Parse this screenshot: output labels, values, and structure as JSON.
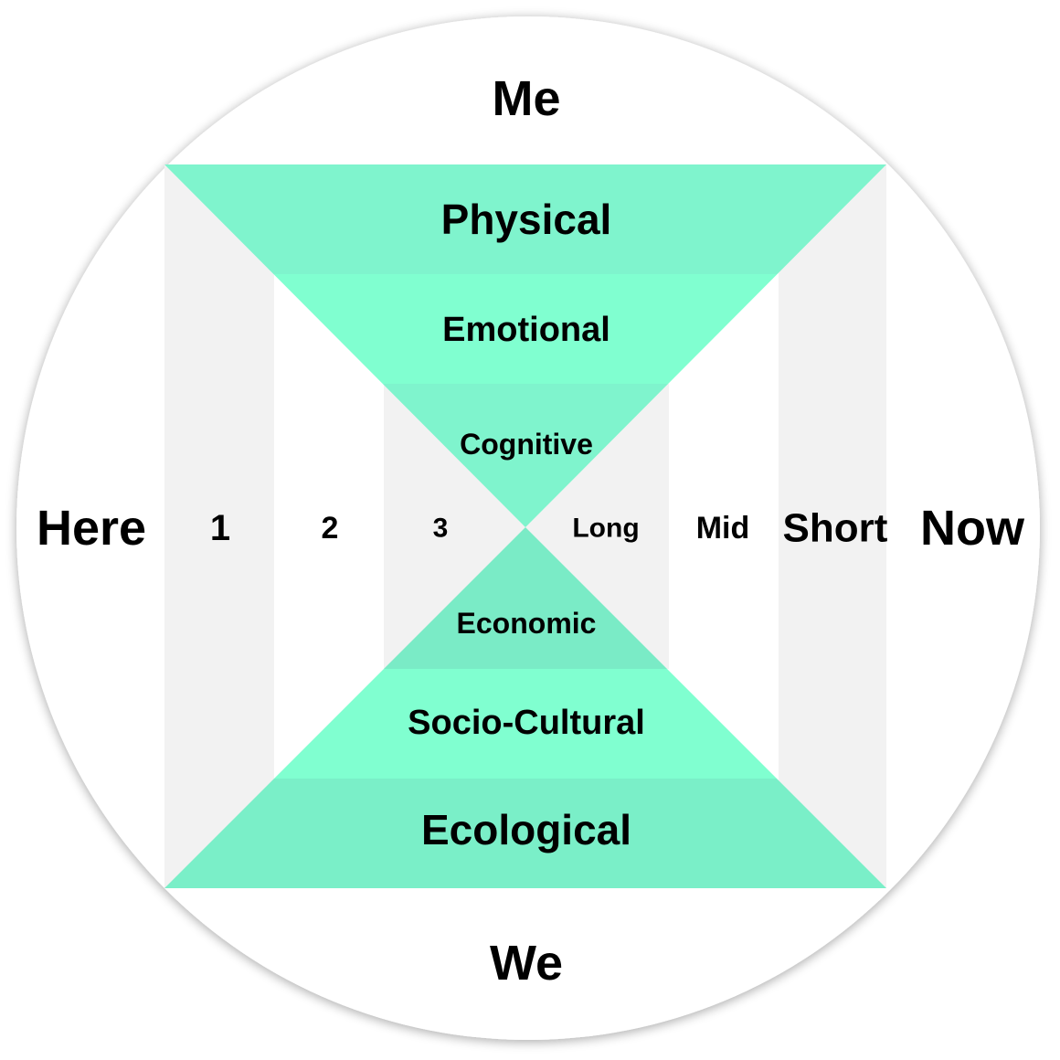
{
  "axes": {
    "top": "Me",
    "bottom": "We",
    "left": "Here",
    "right": "Now"
  },
  "upper_layers": [
    {
      "label": "Physical",
      "color": "#7ff4cd"
    },
    {
      "label": "Emotional",
      "color": "#80ffd0"
    },
    {
      "label": "Cognitive",
      "color": "#7ff4cd"
    }
  ],
  "lower_layers": [
    {
      "label": "Economic",
      "color": "#7aebc6"
    },
    {
      "label": "Socio-Cultural",
      "color": "#80ffd0"
    },
    {
      "label": "Ecological",
      "color": "#7aefc8"
    }
  ],
  "space_scale": [
    "1",
    "2",
    "3"
  ],
  "time_scale": [
    "Long",
    "Mid",
    "Short"
  ],
  "colors": {
    "band_grey": "#f2f2f2",
    "band_white": "#ffffff",
    "circle_fill": "#ffffff",
    "text": "#000000"
  }
}
